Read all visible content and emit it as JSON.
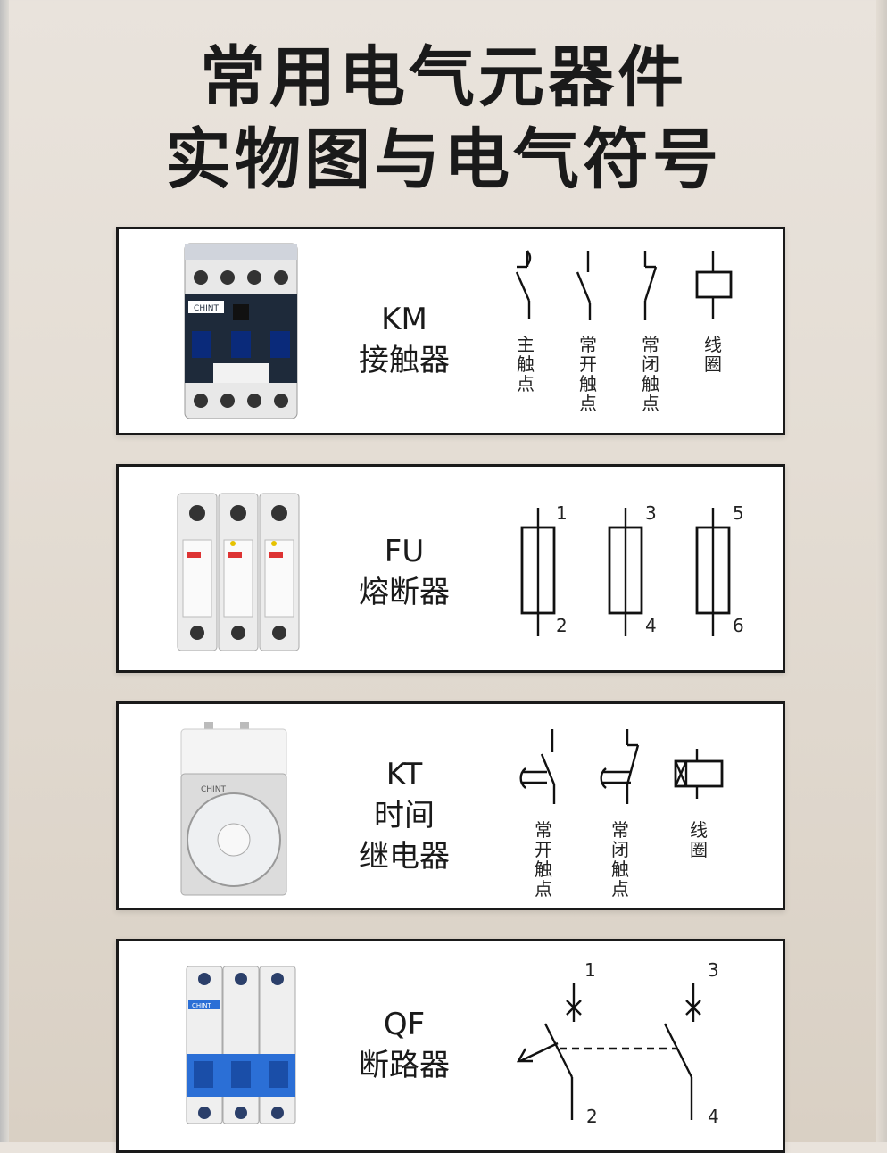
{
  "title": {
    "line1": "常用电气元器件",
    "line2": "实物图与电气符号"
  },
  "components": [
    {
      "code": "KM",
      "name": "接触器",
      "brand": "CHINT",
      "symbols": [
        "主触点",
        "常开触点",
        "常闭触点",
        "线圈"
      ]
    },
    {
      "code": "FU",
      "name": "熔断器",
      "terminals": [
        "1",
        "2",
        "3",
        "4",
        "5",
        "6"
      ]
    },
    {
      "code": "KT",
      "name_line1": "时间",
      "name_line2": "继电器",
      "brand": "CHINT",
      "symbols": [
        "常开触点",
        "常闭触点",
        "线圈"
      ]
    },
    {
      "code": "QF",
      "name": "断路器",
      "brand": "CHINT",
      "terminals": [
        "1",
        "2",
        "3",
        "4"
      ]
    }
  ],
  "colors": {
    "text": "#1a1a1a",
    "card_border": "#1a1a1a",
    "breaker_blue": "#2b6fd6",
    "contactor_body": "#1e2a3a"
  }
}
